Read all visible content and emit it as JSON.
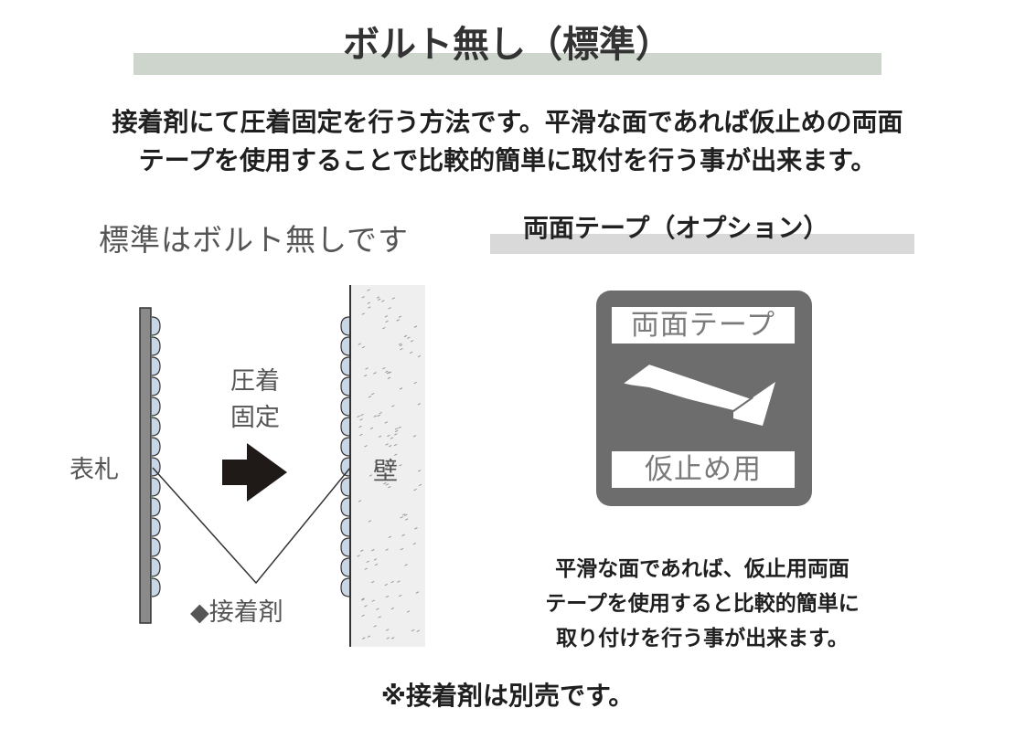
{
  "header": {
    "title": "ボルト無し（標準）",
    "intro_line1": "接着剤にて圧着固定を行う方法です。平滑な面であれば仮止めの両面",
    "intro_line2": "テープを使用することで比較的簡単に取付を行う事が出来ます。"
  },
  "standard": {
    "note": "標準はボルト無しです",
    "press_line1": "圧着",
    "press_line2": "固定",
    "sign_label": "表札",
    "wall_label": "壁",
    "adhesive_label": "◆接着剤"
  },
  "option": {
    "title": "両面テープ（オプション）",
    "icon_top_label": "両面テープ",
    "icon_bottom_label": "仮止め用",
    "desc_line1": "平滑な面であれば、仮止用両面",
    "desc_line2": "テープを使用すると比較的簡単に",
    "desc_line3": "取り付けを行う事が出来ます。"
  },
  "footnote": "※接着剤は別売です。",
  "colors": {
    "title_band": "#cdd5cc",
    "option_band": "#d9d9d9",
    "icon_bg": "#6d6d6d",
    "adhesive_blob": "#c8d6e6",
    "plate": "#8a8a8a"
  }
}
